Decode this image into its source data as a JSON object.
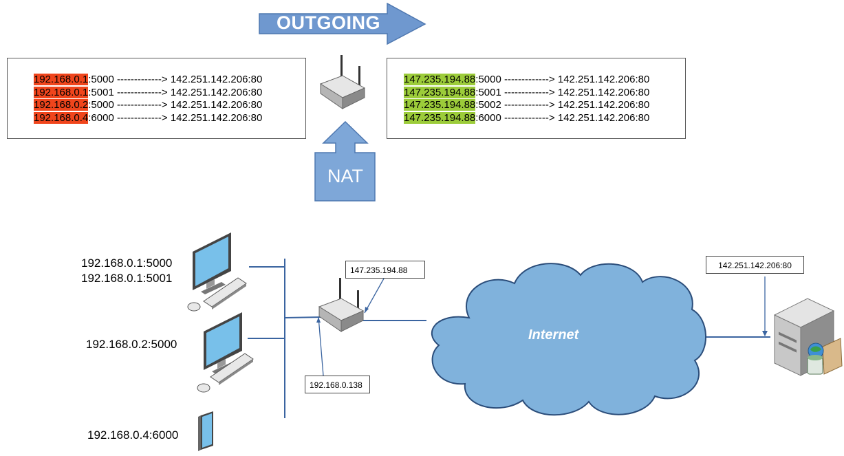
{
  "title_arrow": {
    "label": "OUTGOING"
  },
  "nat_arrow": {
    "label": "NAT"
  },
  "left_table": {
    "rows": [
      {
        "src_ip": "192.168.0.1",
        "rest": ":5000 -------------> 142.251.142.206:80"
      },
      {
        "src_ip": "192.168.0.1",
        "rest": ":5001 -------------> 142.251.142.206:80"
      },
      {
        "src_ip": "192.168.0.2",
        "rest": ":5000 -------------> 142.251.142.206:80"
      },
      {
        "src_ip": "192.168.0.4",
        "rest": ":6000 -------------> 142.251.142.206:80"
      }
    ]
  },
  "right_table": {
    "rows": [
      {
        "src_ip": "147.235.194.88",
        "rest": ":5000 -------------> 142.251.142.206:80"
      },
      {
        "src_ip": "147.235.194.88",
        "rest": ":5001 -------------> 142.251.142.206:80"
      },
      {
        "src_ip": "147.235.194.88",
        "rest": ":5002 -------------> 142.251.142.206:80"
      },
      {
        "src_ip": "147.235.194.88",
        "rest": ":6000 -------------> 142.251.142.206:80"
      }
    ]
  },
  "hosts": {
    "pc1_line1": "192.168.0.1:5000",
    "pc1_line2": "192.168.0.1:5001",
    "pc2": "192.168.0.2:5000",
    "tablet": "192.168.0.4:6000"
  },
  "router": {
    "public_ip": "147.235.194.88",
    "private_ip": "192.168.0.138"
  },
  "internet": {
    "label": "Internet"
  },
  "server": {
    "address": "142.251.142.206:80"
  },
  "colors": {
    "arrow_fill": "#6f98cf",
    "nat_fill": "#7ea7d8",
    "private_highlight": "#f0451c",
    "public_highlight": "#9ccc3a",
    "cloud_fill": "#80b2dc",
    "link_line": "#3a64a0"
  }
}
